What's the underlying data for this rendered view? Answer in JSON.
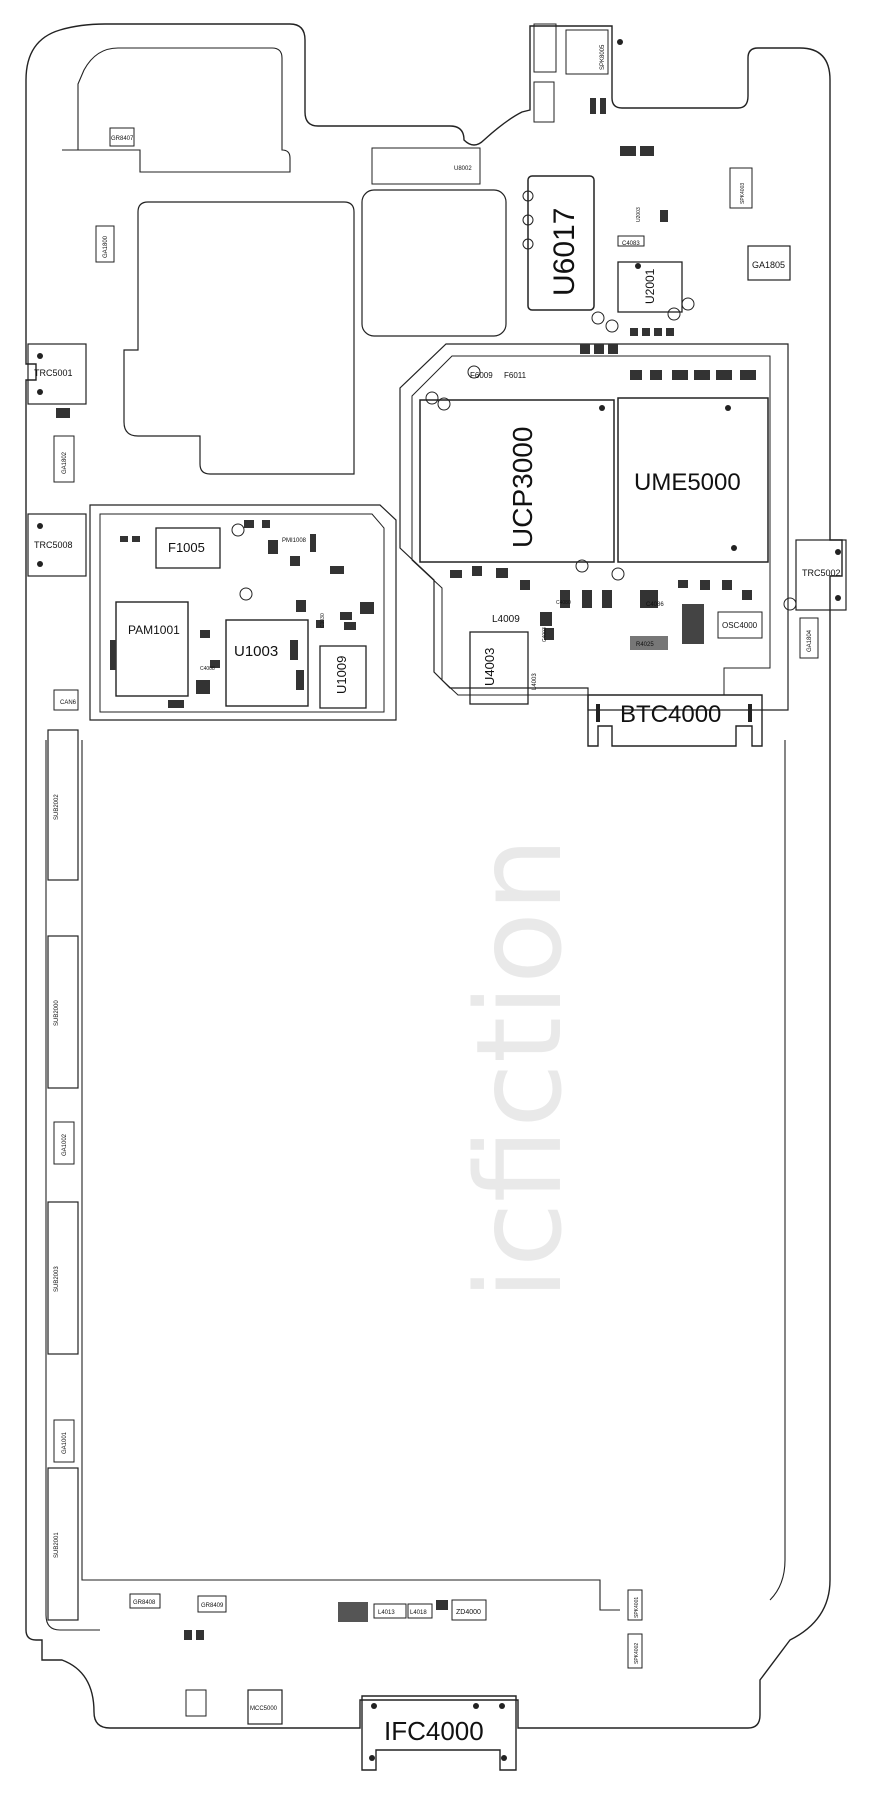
{
  "watermark": "icfiction",
  "labels": {
    "u6017": "U6017",
    "ucp3000": "UCP3000",
    "ume5000": "UME5000",
    "btc4000": "BTC4000",
    "ifc4000": "IFC4000",
    "u1003": "U1003",
    "u1009": "U1009",
    "pam1001": "PAM1001",
    "f1005": "F1005",
    "u4003": "U4003",
    "l4009": "L4009",
    "u2001": "U2001",
    "trc5001": "TRC5001",
    "trc5008": "TRC5008",
    "trc5002": "TRC5002",
    "ga1805": "GA1805",
    "f6009": "F6009",
    "f6011": "F6011",
    "osc4000": "OSC4000",
    "r4025": "R4025",
    "c4086": "C4086",
    "sub2002": "SUB2002",
    "sub2000": "SUB2000",
    "sub2003": "SUB2003",
    "sub2001": "SUB2001",
    "ga1002": "GA1002",
    "ga1001": "GA1001",
    "ga1802": "GA1802",
    "ga1804": "GA1804",
    "ga1800": "GA1800",
    "gr8407": "GR8407",
    "gr8408": "GR8408",
    "gr8409": "GR8409",
    "l4013": "L4013",
    "l4018": "L4018",
    "zd4000": "ZD4000",
    "mcc5000": "MCC5000",
    "u8002": "U8002",
    "spk8005": "SPK8005",
    "spk4001": "SPK4001",
    "spk4002": "SPK4002",
    "spk4003": "SPK4003",
    "c4003": "C4003",
    "l4003": "L4003",
    "c4080": "C4080",
    "c4083": "C4083",
    "can6": "CAN6",
    "c1030": "C1030",
    "u2003": "U2003",
    "pmi1008": "PMI1008",
    "c4008": "C4008"
  }
}
